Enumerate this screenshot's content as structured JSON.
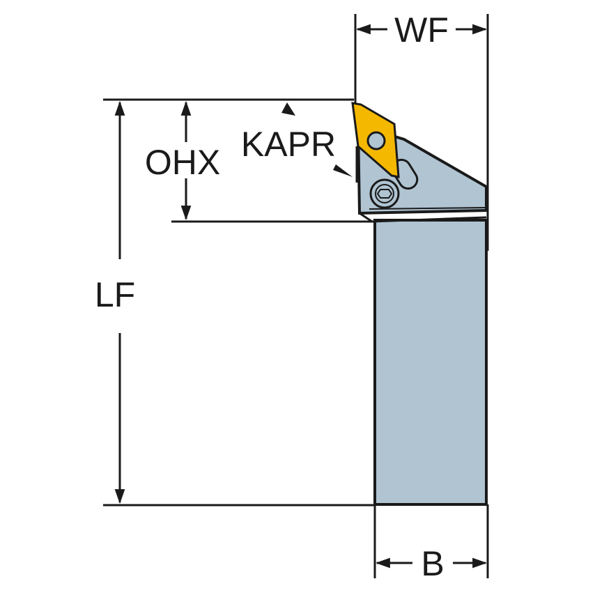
{
  "diagram": {
    "subject": "external turning tool holder",
    "labels": {
      "wf": "WF",
      "ohx": "OHX",
      "kapr": "KAPR",
      "lf": "LF",
      "b": "B"
    },
    "colors": {
      "shank": "#b0c4d2",
      "insert": "#f5b800",
      "line": "#1a1a1a",
      "background": "#ffffff"
    }
  }
}
